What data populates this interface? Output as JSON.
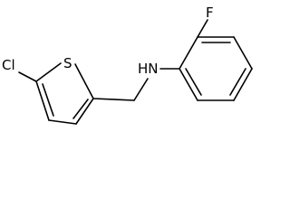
{
  "structure": {
    "atoms": {
      "chlorine": "Cl",
      "sulfur": "S",
      "amine": "HN",
      "fluorine": "F"
    }
  }
}
